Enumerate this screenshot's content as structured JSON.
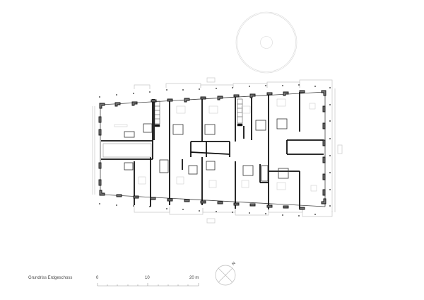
{
  "drawing": {
    "title": "Grundriss Erdgeschoss",
    "type": "architectural-floor-plan",
    "colors": {
      "wall": "#111111",
      "thin_line": "#555555",
      "light_line": "#c8c8c8",
      "column_fill": "#777777"
    }
  },
  "scale_bar": {
    "ticks": [
      "0",
      "10",
      "20 m"
    ],
    "divisions": 10
  },
  "north_arrow": {
    "label": "N",
    "icon": "north-arrow-icon"
  },
  "site": {
    "circle_feature": "round-plaza-icon"
  }
}
